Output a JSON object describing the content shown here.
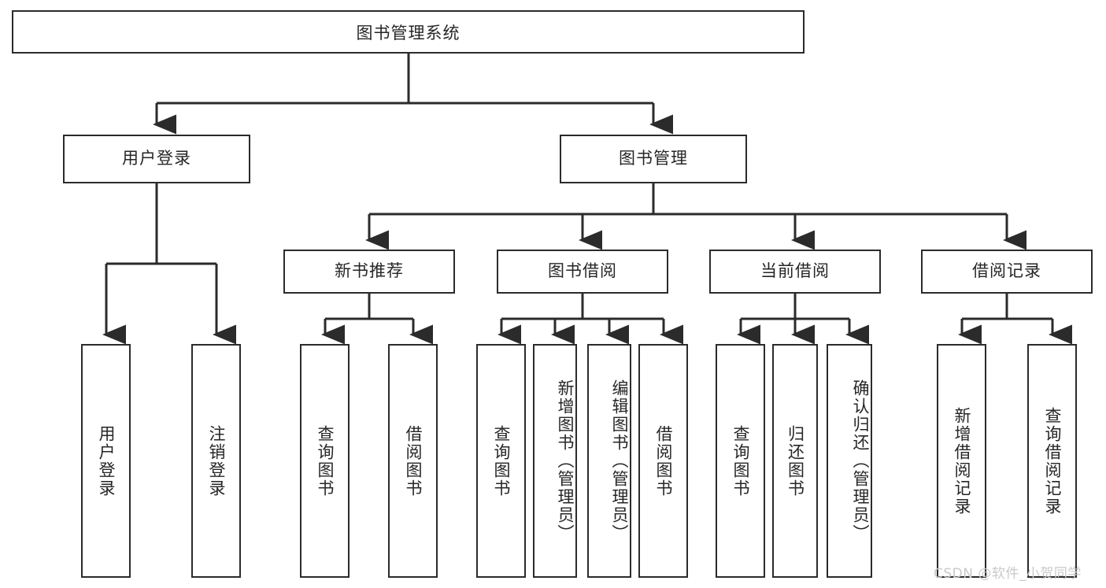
{
  "diagram": {
    "title": "图书管理系统",
    "type": "hierarchy-tree",
    "orientation": "top-down",
    "colors": {
      "stroke": "#2b2b2b",
      "fill": "#ffffff",
      "text": "#262626",
      "watermark": "#c9c9c9"
    },
    "root": {
      "id": "root",
      "label": "图书管理系统"
    },
    "level2": [
      {
        "id": "user-login",
        "label": "用户登录"
      },
      {
        "id": "book-manage",
        "label": "图书管理"
      }
    ],
    "level3": [
      {
        "id": "new-book-recommend",
        "label": "新书推荐",
        "parent": "book-manage"
      },
      {
        "id": "book-borrow",
        "label": "图书借阅",
        "parent": "book-manage"
      },
      {
        "id": "current-borrow",
        "label": "当前借阅",
        "parent": "book-manage"
      },
      {
        "id": "borrow-record",
        "label": "借阅记录",
        "parent": "book-manage"
      }
    ],
    "leaves": [
      {
        "id": "leaf-user-login",
        "label": "用户登录",
        "parent": "user-login"
      },
      {
        "id": "leaf-user-logout",
        "label": "注销登录",
        "parent": "user-login"
      },
      {
        "id": "leaf-query-book-1",
        "label": "查询图书",
        "parent": "new-book-recommend"
      },
      {
        "id": "leaf-borrow-book-1",
        "label": "借阅图书",
        "parent": "new-book-recommend"
      },
      {
        "id": "leaf-query-book-2",
        "label": "查询图书",
        "parent": "book-borrow"
      },
      {
        "id": "leaf-add-book",
        "label": "新增图书（管理员）",
        "parent": "book-borrow"
      },
      {
        "id": "leaf-edit-book",
        "label": "编辑图书（管理员）",
        "parent": "book-borrow"
      },
      {
        "id": "leaf-borrow-book-2",
        "label": "借阅图书",
        "parent": "book-borrow"
      },
      {
        "id": "leaf-query-book-3",
        "label": "查询图书",
        "parent": "current-borrow"
      },
      {
        "id": "leaf-return-book",
        "label": "归还图书",
        "parent": "current-borrow"
      },
      {
        "id": "leaf-confirm-return",
        "label": "确认归还（管理员）",
        "parent": "current-borrow"
      },
      {
        "id": "leaf-add-record",
        "label": "新增借阅记录",
        "parent": "borrow-record"
      },
      {
        "id": "leaf-query-record",
        "label": "查询借阅记录",
        "parent": "borrow-record"
      }
    ],
    "watermark": "CSDN @软件_小贺同学"
  }
}
